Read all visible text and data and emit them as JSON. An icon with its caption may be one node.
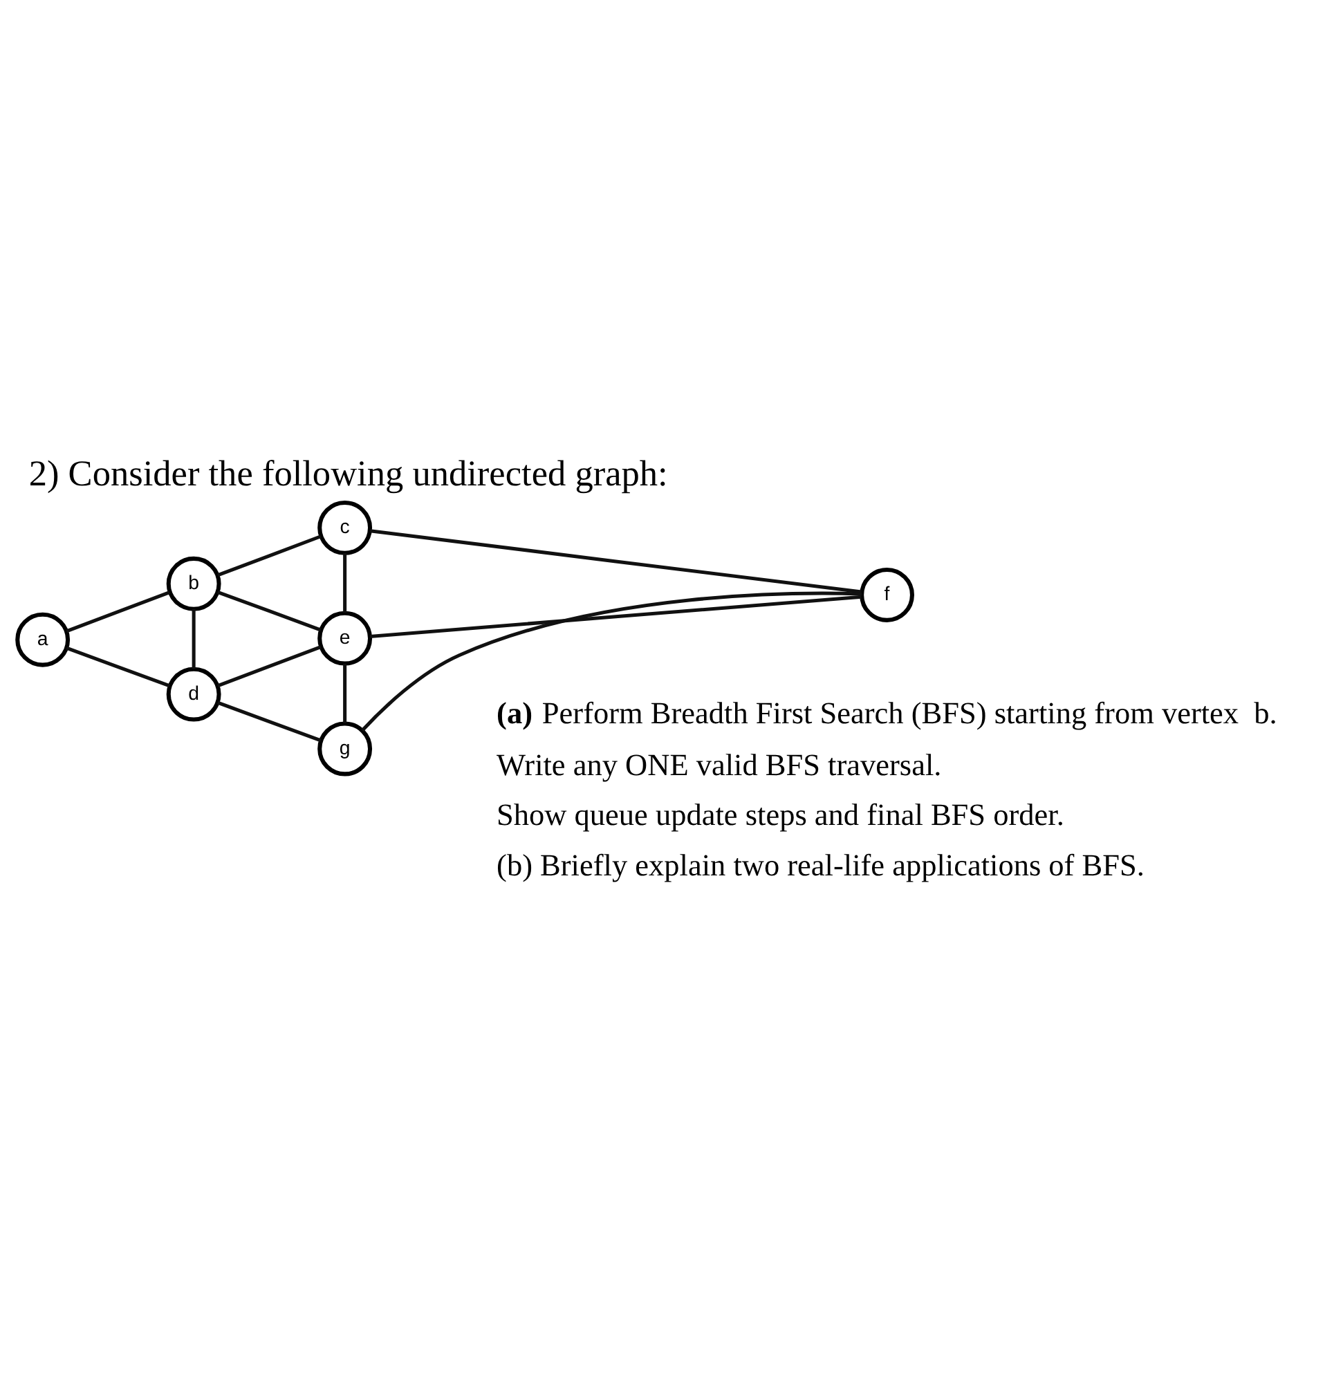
{
  "diagram": {
    "title": "2) Consider the following undirected graph:",
    "nodes": [
      {
        "text": [
          "a"
        ]
      },
      {
        "text": [
          "b"
        ]
      },
      {
        "text": [
          "c"
        ]
      },
      {
        "text": [
          "d"
        ]
      },
      {
        "text": [
          "e"
        ]
      },
      {
        "text": [
          "f"
        ]
      },
      {
        "text": [
          "g"
        ]
      }
    ],
    "edges": [
      {
        "from": 0,
        "to": 1,
        "arrow": "none"
      },
      {
        "from": 0,
        "to": 3,
        "arrow": "none"
      },
      {
        "from": 1,
        "to": 2,
        "arrow": "none"
      },
      {
        "from": 1,
        "to": 3,
        "arrow": "none"
      },
      {
        "from": 1,
        "to": 4,
        "arrow": "none"
      },
      {
        "from": 2,
        "to": 4,
        "arrow": "none"
      },
      {
        "from": 2,
        "to": 5,
        "arrow": "none"
      },
      {
        "from": 4,
        "to": 5,
        "arrow": "none"
      },
      {
        "from": 3,
        "to": 4,
        "arrow": "none"
      },
      {
        "from": 3,
        "to": 6,
        "arrow": "none"
      },
      {
        "from": 4,
        "to": 6,
        "arrow": "none"
      },
      {
        "from": 5,
        "to": 6,
        "arrow": "none"
      }
    ],
    "labels": [
      "**(a)** Perform Breadth First Search (BFS) starting from vertex  b.",
      "Write any ONE valid BFS traversal.",
      "Show queue update steps and final BFS order.",
      "(b) Briefly explain two real-life applications of BFS."
    ]
  }
}
